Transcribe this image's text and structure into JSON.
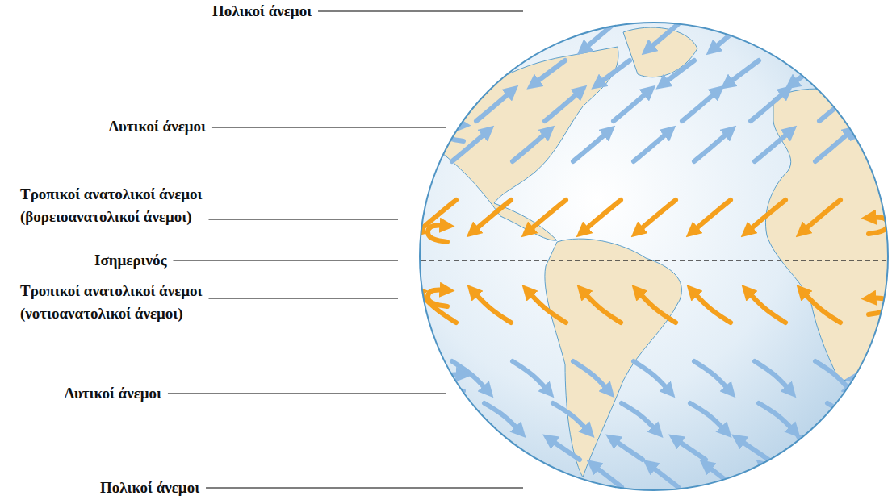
{
  "diagram": {
    "labels": [
      "Πολικοί άνεμοι",
      "Δυτικοί άνεμοι",
      "Τροπικοί ανατολικοί άνεμοι",
      "(βορειοανατολικοί άνεμοι)",
      "Ισημερινός",
      "Τροπικοί ανατολικοί άνεμοι",
      "(νοτιοανατολικοί άνεμοι)",
      "Δυτικοί άνεμοι",
      "Πολικοί άνεμοι"
    ]
  }
}
